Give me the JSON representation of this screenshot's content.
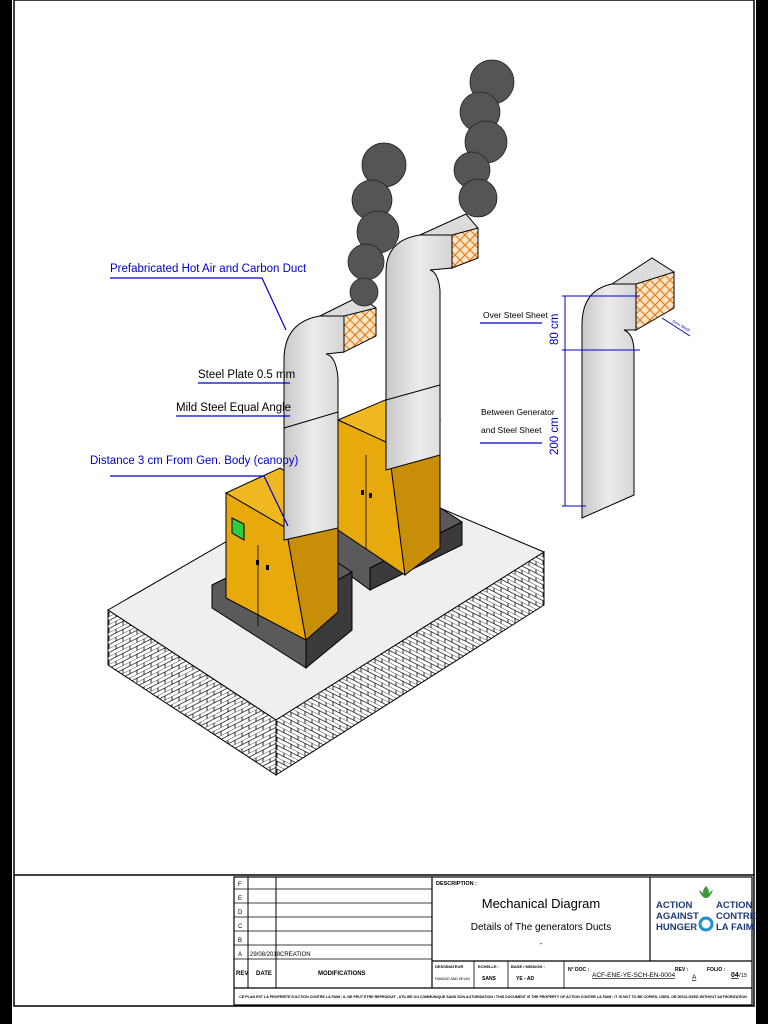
{
  "labels": {
    "duct": "Prefabricated Hot Air and Carbon Duct",
    "steel_plate": "Steel Plate 0.5 mm",
    "angle": "Mild Steel Equal Angle",
    "distance": "Distance 3 cm From Gen. Body (canopy)",
    "over_sheet": "Over Steel Sheet",
    "between_1": "Between Generator",
    "between_2": "and Steel Sheet",
    "dim_80": "80 cm",
    "dim_200": "200 cm",
    "small_tag": "5mm Mesh"
  },
  "title_block": {
    "rev_rows": [
      {
        "rev": "F",
        "date": "",
        "mod": ""
      },
      {
        "rev": "E",
        "date": "",
        "mod": ""
      },
      {
        "rev": "D",
        "date": "",
        "mod": ""
      },
      {
        "rev": "C",
        "date": "",
        "mod": ""
      },
      {
        "rev": "B",
        "date": "",
        "mod": ""
      },
      {
        "rev": "A",
        "date": "29/08/2018",
        "mod": "CREATION"
      }
    ],
    "rev_header": "REV",
    "date_header": "DATE",
    "mod_header": "MODIFICATIONS",
    "description_label": "DESCRIPTION :",
    "title": "Mechanical Diagram",
    "subtitle": "Details of The generators Ducts",
    "dot": "-",
    "designer_label": "DESSINATEUR",
    "designer_value": "FAWAGE AND HELMI",
    "scale_label": "ECHELLE :",
    "scale_value": "SANS",
    "base_label": "BASE / MISSION :",
    "base_value": "YE - AD",
    "doc_label": "N° DOC :",
    "doc_value": "ACF-ENE-YE-SCH-EN-0004",
    "rev_label": "REV :",
    "rev_value": "A",
    "folio_label": "FOLIO :",
    "folio_value": "04",
    "folio_total": "15",
    "footer": "CE PLAN EST LA PROPRIETE D'ACTION CONTRE LA FAIM ; IL NE PEUT ETRE REPRODUIT , UTILISE OU COMMUNIQUE SANS SON AUTORISATION / THIS DOCUMENT IS THE PROPERTY OF ACTION CONTRE LA FAIM ; IT IS NOT TO BE COPIED, USED, OR DISCLOSED WITHOUT AUTHORIZATION",
    "logo_left": [
      "ACTION",
      "AGAINST",
      "HUNGER"
    ],
    "logo_right": [
      "ACTION",
      "CONTRE",
      "LA FAIM"
    ]
  },
  "colors": {
    "generator": "#e8a90c",
    "label_blue": "#0000cc",
    "smoke": "#555555",
    "duct": "#d9d9d9",
    "duct_insulation": "#e07a14",
    "logo_navy": "#1e3a78",
    "logo_green": "#3a9a3a"
  }
}
